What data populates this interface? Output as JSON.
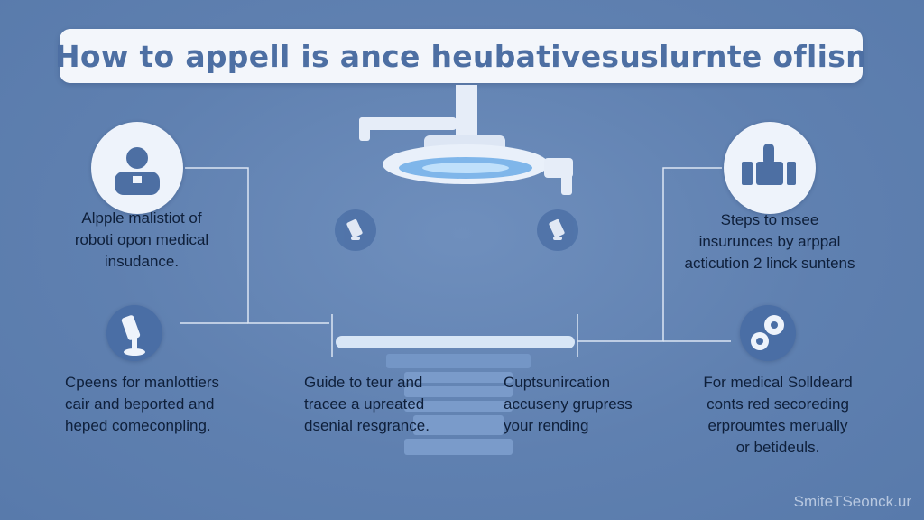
{
  "title": "How to appell is ance heubativesuslurnte oflisn",
  "blocks": {
    "top_left": [
      "Alpple malistiot of",
      "roboti opon medical",
      "insudance."
    ],
    "top_right": [
      "Steps to msee",
      "insurunces by arppal",
      "acticution 2 linck suntens"
    ],
    "bottom_left": [
      "Cpeens for manlottiers",
      "cair and beported and",
      "heped comeconpling."
    ],
    "center_left": [
      "Guide to teur and",
      "tracee a upreated",
      "dsenial resgrance."
    ],
    "center_right": [
      "Cuptsunircation",
      "accuseny grupress",
      "your rending"
    ],
    "bottom_right": [
      "For medical Solldeard",
      "conts red secoreding",
      "erproumtes merually",
      "or betideuls."
    ]
  },
  "watermark": "SmiteTSeonck.ur",
  "icons": {
    "top_left": "person-icon",
    "top_right": "thumbs-up-icon",
    "bottom_left": "robot-arm-icon",
    "bottom_right": "gears-icon",
    "small_left": "phone-icon",
    "small_right": "phone-icon"
  },
  "colors": {
    "background": "#5f80b0",
    "title_text": "#4d6fa3",
    "title_bg": "#f3f6fb",
    "icon_bg": "#eef3fb",
    "icon_fg": "#4d6fa3",
    "lines": "#dbe5f3"
  }
}
